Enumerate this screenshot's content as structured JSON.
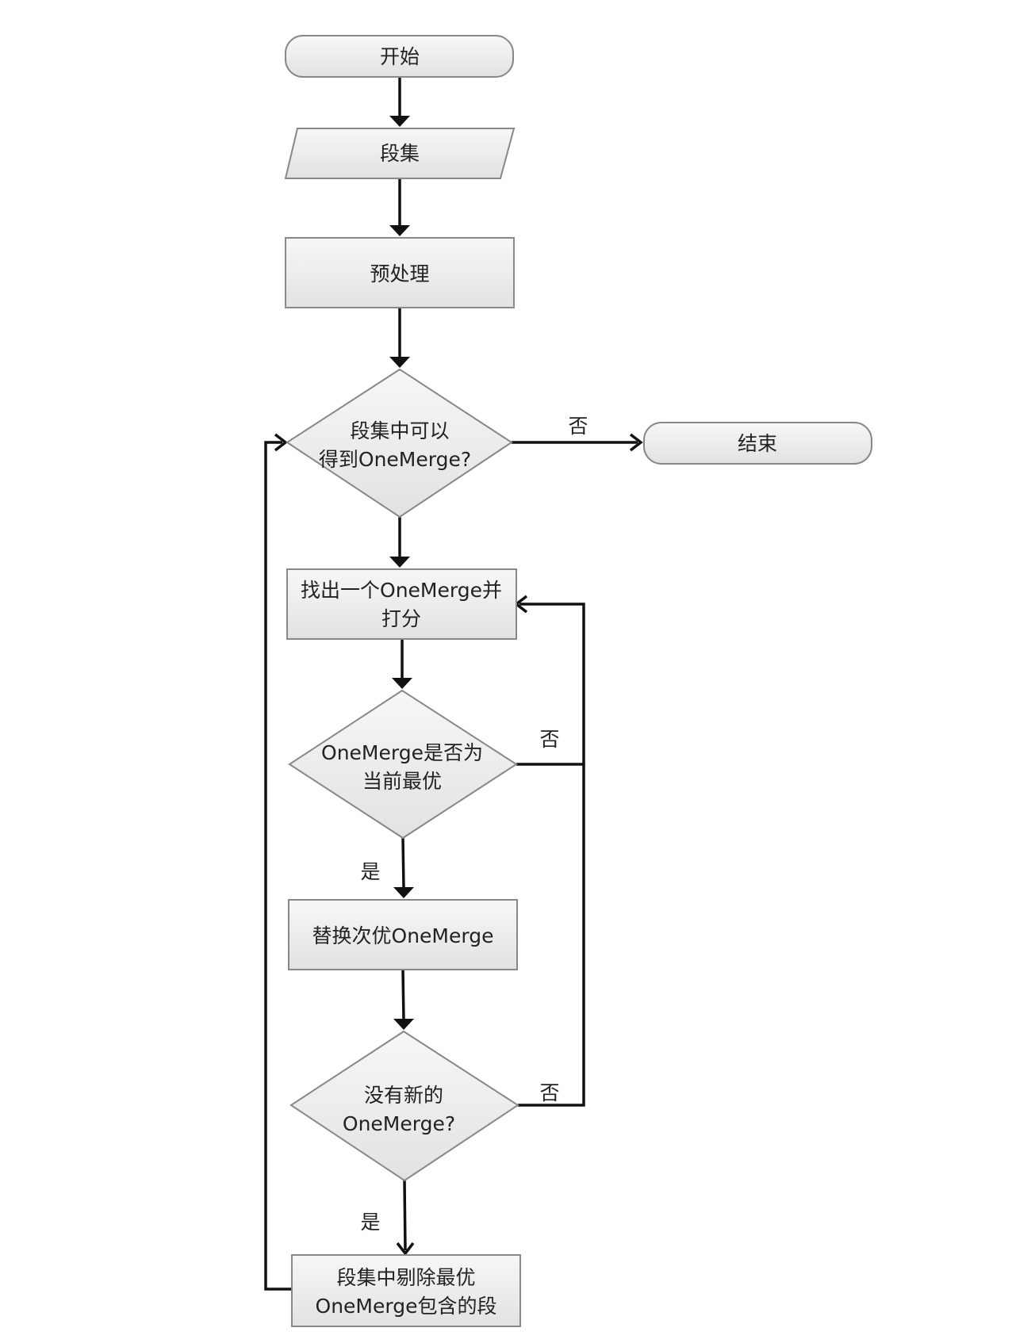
{
  "diagram": {
    "nodes": {
      "start": "开始",
      "segments": "段集",
      "preprocess": "预处理",
      "can_get_line1": "段集中可以",
      "can_get_line2": "得到OneMerge?",
      "end": "结束",
      "find_line1": "找出一个OneMerge并",
      "find_line2": "打分",
      "is_best_line1": "OneMerge是否为",
      "is_best_line2": "当前最优",
      "replace": "替换次优OneMerge",
      "no_new_line1": "没有新的",
      "no_new_line2": "OneMerge?",
      "remove_line1": "段集中剔除最优",
      "remove_line2": "OneMerge包含的段"
    },
    "edge_labels": {
      "no_end": "否",
      "no_is_best": "否",
      "yes_is_best": "是",
      "no_no_new": "否",
      "yes_no_new": "是"
    }
  }
}
